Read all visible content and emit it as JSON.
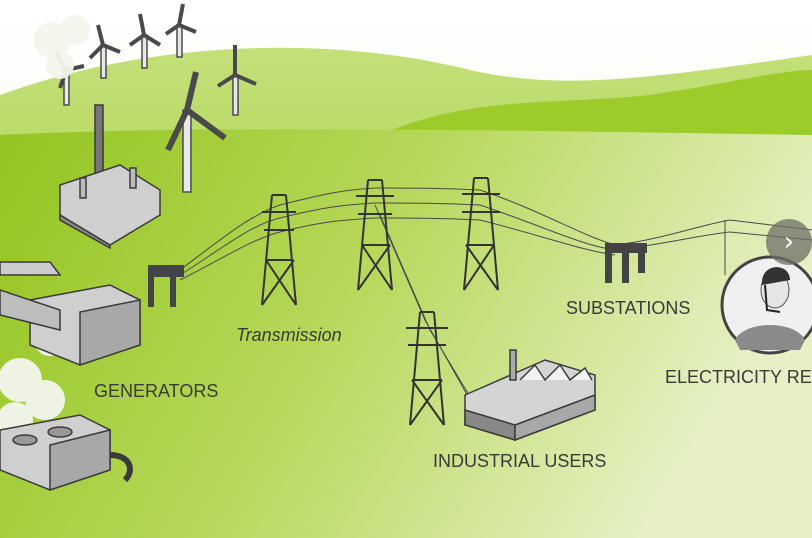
{
  "labels": {
    "generators": "GENERATORS",
    "transmission": "Transmission",
    "substations": "SUBSTATIONS",
    "industrial_users": "INDUSTRIAL USERS",
    "electricity_retailers": "ELECTRICITY RET"
  },
  "carousel": {
    "next_icon": "chevron-right-icon",
    "next_glyph": "›"
  },
  "colors": {
    "grass": "#9cc92e",
    "hill": "#8ec21f",
    "button": "#6e6e64"
  }
}
